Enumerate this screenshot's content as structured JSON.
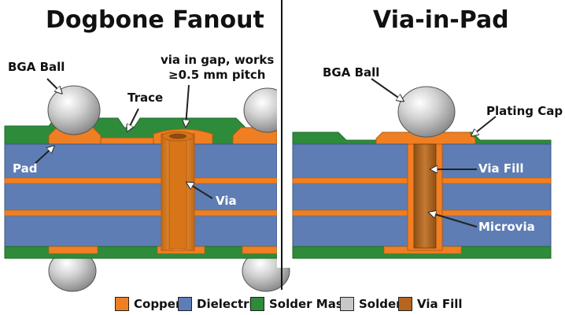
{
  "colors": {
    "copper": "#F07F23",
    "copper_dark": "#B65A0E",
    "dielectric": "#5E7DB4",
    "dielectric_dark": "#3B5584",
    "solder_mask": "#2E8B3A",
    "solder_mask_dark": "#1F6A29",
    "solder": "#C8C8C8",
    "via_fill": "#B5651D",
    "divider": "#111111"
  },
  "left_panel": {
    "title": "Dogbone Fanout",
    "labels": {
      "bga_ball": "BGA Ball",
      "trace": "Trace",
      "via_note_line1": "via in gap, works",
      "via_note_line2": "≥0.5 mm pitch",
      "pad": "Pad",
      "via": "Via"
    }
  },
  "right_panel": {
    "title": "Via-in-Pad",
    "labels": {
      "bga_ball": "BGA Ball",
      "plating_cap": "Plating Cap",
      "via_fill": "Via Fill",
      "microvia": "Microvia"
    }
  },
  "legend": [
    {
      "label": "Copper",
      "color_key": "copper"
    },
    {
      "label": "Dielectric",
      "color_key": "dielectric"
    },
    {
      "label": "Solder Mask",
      "color_key": "solder_mask"
    },
    {
      "label": "Solder",
      "color_key": "solder"
    },
    {
      "label": "Via Fill",
      "color_key": "via_fill"
    }
  ]
}
